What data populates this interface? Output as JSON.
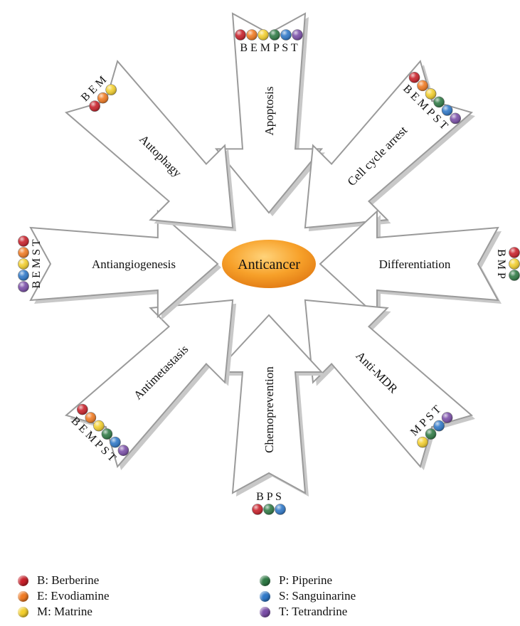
{
  "center_label": "Anticancer",
  "compounds": [
    {
      "code": "B",
      "name": "Berberine",
      "color": "#c8202a"
    },
    {
      "code": "E",
      "name": "Evodiamine",
      "color": "#f07a22"
    },
    {
      "code": "M",
      "name": "Matrine",
      "color": "#f3cf2e"
    },
    {
      "code": "P",
      "name": "Piperine",
      "color": "#2f7a45"
    },
    {
      "code": "S",
      "name": "Sanguinarine",
      "color": "#2f78c8"
    },
    {
      "code": "T",
      "name": "Tetrandrine",
      "color": "#7a4ea8"
    }
  ],
  "legend": [
    {
      "text": "B: Berberine"
    },
    {
      "text": "E: Evodiamine"
    },
    {
      "text": "M: Matrine"
    },
    {
      "text": "P: Piperine"
    },
    {
      "text": "S: Sanguinarine"
    },
    {
      "text": "T: Tetrandrine"
    }
  ],
  "mechanisms": [
    {
      "key": "apoptosis",
      "label": "Apoptosis",
      "compounds": [
        "B",
        "E",
        "M",
        "P",
        "S",
        "T"
      ],
      "compound_text": "B E M P  S T"
    },
    {
      "key": "cell-cycle-arrest",
      "label": "Cell cycle arrest",
      "compounds": [
        "B",
        "E",
        "M",
        "P",
        "S",
        "T"
      ],
      "compound_text": "B E M P S T"
    },
    {
      "key": "differentiation",
      "label": "Differentiation",
      "compounds": [
        "B",
        "M",
        "P"
      ],
      "compound_text": "B M P"
    },
    {
      "key": "anti-mdr",
      "label": "Anti-MDR",
      "compounds": [
        "M",
        "P",
        "S",
        "T"
      ],
      "compound_text": "M P S T"
    },
    {
      "key": "chemoprevention",
      "label": "Chemoprevention",
      "compounds": [
        "B",
        "P",
        "S"
      ],
      "compound_text": "B P S"
    },
    {
      "key": "antimetastasis",
      "label": "Antimetastasis",
      "compounds": [
        "B",
        "E",
        "M",
        "P",
        "S",
        "T"
      ],
      "compound_text": "B E M P S T"
    },
    {
      "key": "antiangiogenesis",
      "label": "Antiangiogenesis",
      "compounds": [
        "B",
        "E",
        "M",
        "S",
        "T"
      ],
      "compound_text": "B E M S T"
    },
    {
      "key": "autophagy",
      "label": "Autophagy",
      "compounds": [
        "B",
        "E",
        "M"
      ],
      "compound_text": "B E M"
    }
  ]
}
